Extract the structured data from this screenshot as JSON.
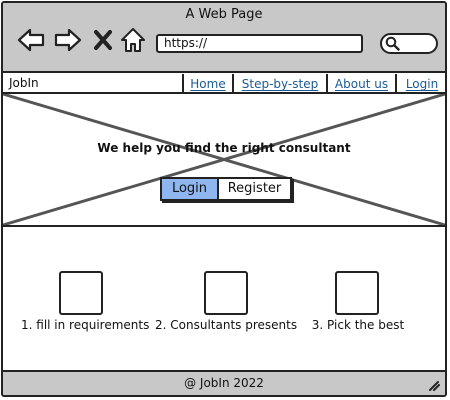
{
  "window": {
    "title": "A Web Page"
  },
  "toolbar": {
    "back_icon": "back-arrow-icon",
    "forward_icon": "forward-arrow-icon",
    "stop_icon": "close-icon",
    "home_icon": "home-icon",
    "url": "https://",
    "search_icon": "search-icon"
  },
  "menu": {
    "brand": "JobIn",
    "items": [
      {
        "label": "Home"
      },
      {
        "label": "Step-by-step"
      },
      {
        "label": "About us"
      },
      {
        "label": "Login"
      }
    ]
  },
  "hero": {
    "headline": "We help you find the right consultant",
    "login_label": "Login",
    "register_label": "Register"
  },
  "steps": [
    {
      "label": "1. fill in requirements"
    },
    {
      "label": "2. Consultants presents"
    },
    {
      "label": "3. Pick the best"
    }
  ],
  "footer": {
    "text": "@ JobIn 2022"
  },
  "colors": {
    "chrome": "#c8c8c8",
    "link": "#1a5a96",
    "primary_button": "#8fb6ef"
  }
}
